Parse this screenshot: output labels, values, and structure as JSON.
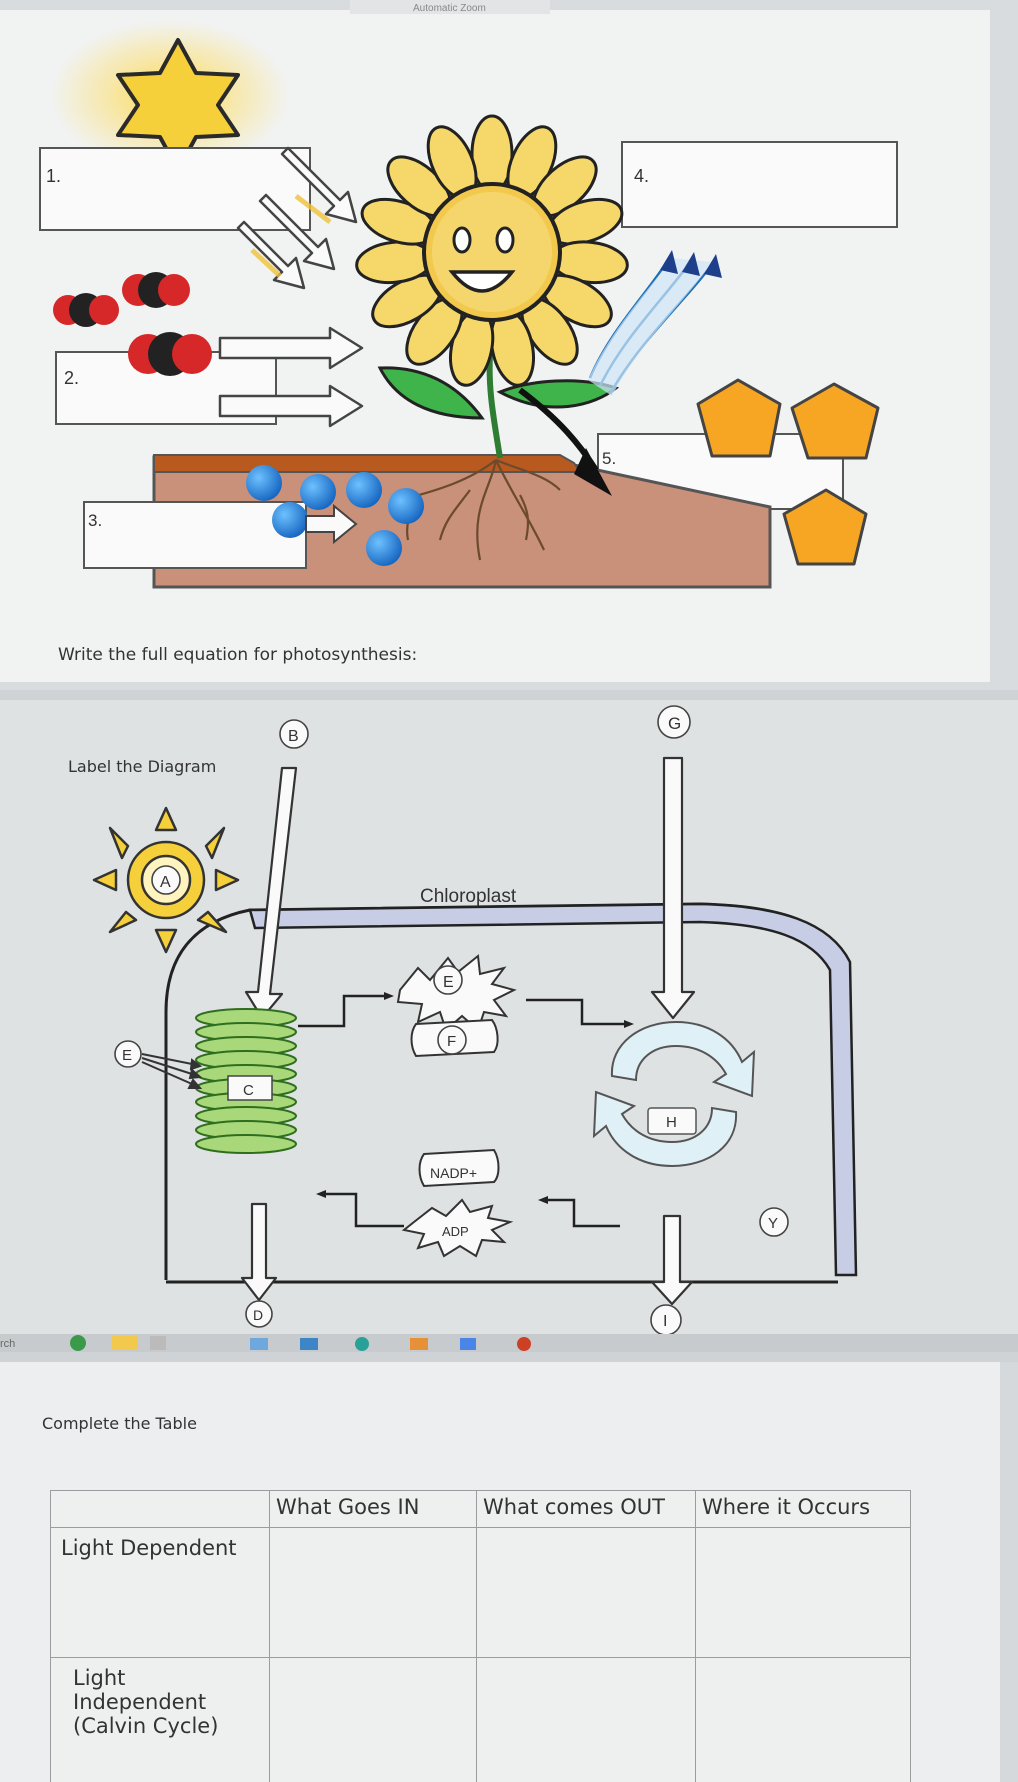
{
  "diagram_sunflower": {
    "labels": [
      "1.",
      "2.",
      "3.",
      "4.",
      "5."
    ],
    "equation_prompt": "Write the full equation for photosynthesis:",
    "toolbar_fragment": "Automatic Zoom"
  },
  "diagram_chloroplast": {
    "heading": "Label the Diagram",
    "organelle_title": "Chloroplast",
    "letter_labels": {
      "a": "A",
      "b": "B",
      "c": "C",
      "d": "D",
      "e_left": "E",
      "e_center": "E",
      "f": "F",
      "g": "G",
      "h": "H",
      "i": "I",
      "y": "Y"
    },
    "molecule_labels": {
      "nadp": "NADP+",
      "adp": "ADP"
    },
    "taskbar_fragment": "rch"
  },
  "table_section": {
    "heading": "Complete the Table",
    "columns": [
      "",
      "What Goes IN",
      "What comes OUT",
      "Where it Occurs"
    ],
    "rows": [
      {
        "label": "Light Dependent"
      },
      {
        "label": "Light Independent\n(Calvin Cycle)"
      }
    ]
  },
  "colors": {
    "sun": "#f5d03b",
    "petal": "#f6d86a",
    "leaf": "#3eb44a",
    "water": "#1e88e5",
    "glucose": "#f6a623",
    "co2": "#d62828",
    "soil": "#c9907a"
  }
}
